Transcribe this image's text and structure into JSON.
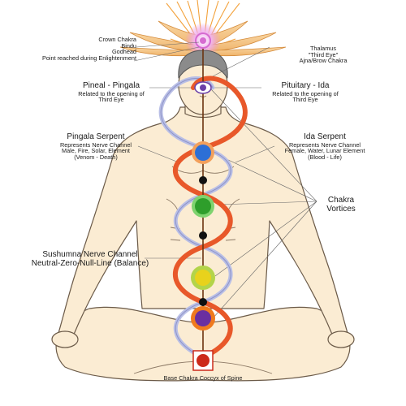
{
  "labels": {
    "crown": [
      "Crown Chakra",
      "Bindu",
      "Godhead",
      "Point reached during Enlightenment"
    ],
    "thalamus": [
      "Thalamus",
      "\"Third Eye\"",
      "Ajna/Brow Chakra"
    ],
    "pineal": {
      "title": "Pineal - Pingala",
      "lines": [
        "Related to the opening of",
        "Third Eye"
      ]
    },
    "pituitary": {
      "title": "Pituitary - Ida",
      "lines": [
        "Related to the opening of",
        "Third Eye"
      ]
    },
    "pingala_serpent": {
      "title": "Pingala Serpent",
      "lines": [
        "Represents Nerve Channel",
        "Male, Fire, Solar, Element",
        "(Venom - Death)"
      ]
    },
    "ida_serpent": {
      "title": "Ida Serpent",
      "lines": [
        "Represents Nerve Channel",
        "Female, Water, Lunar Element",
        "(Blood - Life)"
      ]
    },
    "chakra_vortices": [
      "Chakra",
      "Vortices"
    ],
    "sushumna": [
      "Sushumna Nerve Channel",
      "Neutral-Zero-Null-Line (Balance)"
    ],
    "base": "Base Chakra Coccyx of Spine"
  },
  "colors": {
    "crown": "#e8a2e0",
    "third_eye": "#6a3fa8",
    "throat": "#2d6fd6",
    "heart": "#3fb43a",
    "solar": "#e8d21c",
    "sacral": "#f07a1e",
    "root": "#cc2a1a",
    "pingala": "#e8582a",
    "ida": "#b9bfe6",
    "skin": "#fbecd3",
    "outline": "#6b5a48"
  }
}
